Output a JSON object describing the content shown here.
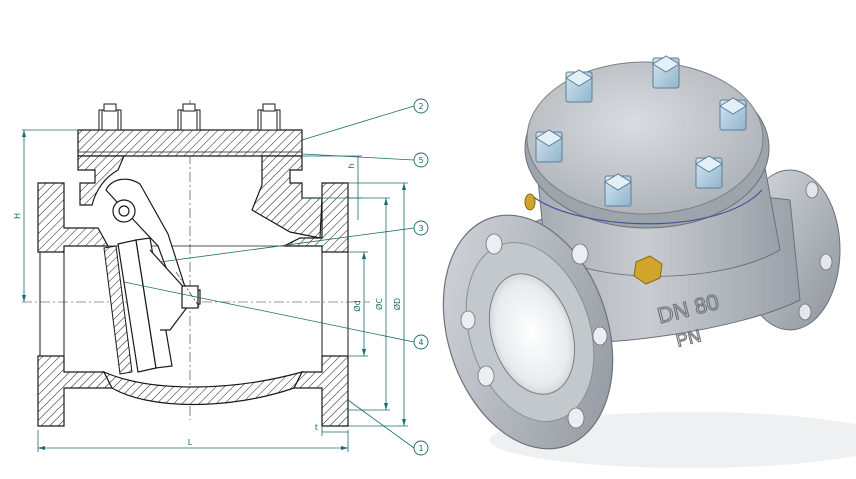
{
  "drawing": {
    "callouts": [
      "2",
      "5",
      "3",
      "4",
      "1"
    ],
    "dimensions": {
      "overall_length": "L",
      "overall_height": "H",
      "flange_thickness": "t",
      "cover_gap": "h",
      "inner_diameter": "Ød",
      "bolt_circle": "ØC",
      "flange_diameter": "ØD"
    }
  },
  "render": {
    "cast_marking_top": "DN 80",
    "cast_marking_bottom": "PN",
    "colors": {
      "drawing_line": "#1a6b6b",
      "outline": "#222222",
      "body_metal": "#b9bec4",
      "bolt_metal": "#a9cbe0",
      "plug_brass": "#d1a52c"
    }
  }
}
